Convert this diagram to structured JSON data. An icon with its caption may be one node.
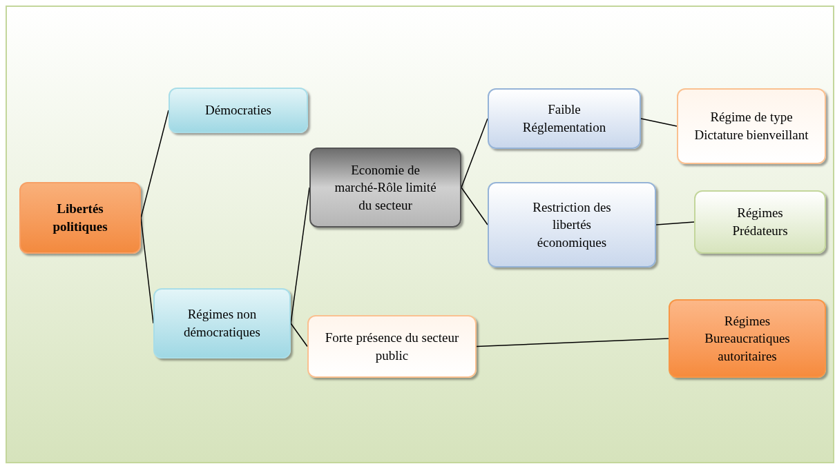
{
  "diagram": {
    "nodes": [
      {
        "text": [
          "Libertés politiques"
        ]
      },
      {
        "text": [
          "Démocraties"
        ]
      },
      {
        "text": [
          "Régimes non démocratiques"
        ]
      },
      {
        "text": [
          "Economie de marché-Rôle limité du secteur"
        ]
      },
      {
        "text": [
          "Forte présence du secteur public"
        ]
      },
      {
        "text": [
          "Faible Réglementation"
        ]
      },
      {
        "text": [
          "Restriction des libertés économiques"
        ]
      },
      {
        "text": [
          "Régime de type Dictature bienveillant"
        ]
      },
      {
        "text": [
          "Régimes Prédateurs"
        ]
      },
      {
        "text": [
          "Régimes Bureaucratiques autoritaires"
        ]
      }
    ],
    "edges": [
      {
        "from": 0,
        "to": 1,
        "arrow": "none"
      },
      {
        "from": 0,
        "to": 2,
        "arrow": "none"
      },
      {
        "from": 2,
        "to": 3,
        "arrow": "none"
      },
      {
        "from": 2,
        "to": 4,
        "arrow": "none"
      },
      {
        "from": 3,
        "to": 5,
        "arrow": "none"
      },
      {
        "from": 3,
        "to": 6,
        "arrow": "none"
      },
      {
        "from": 5,
        "to": 7,
        "arrow": "none"
      },
      {
        "from": 6,
        "to": 8,
        "arrow": "none"
      },
      {
        "from": 4,
        "to": 9,
        "arrow": "none"
      }
    ]
  }
}
